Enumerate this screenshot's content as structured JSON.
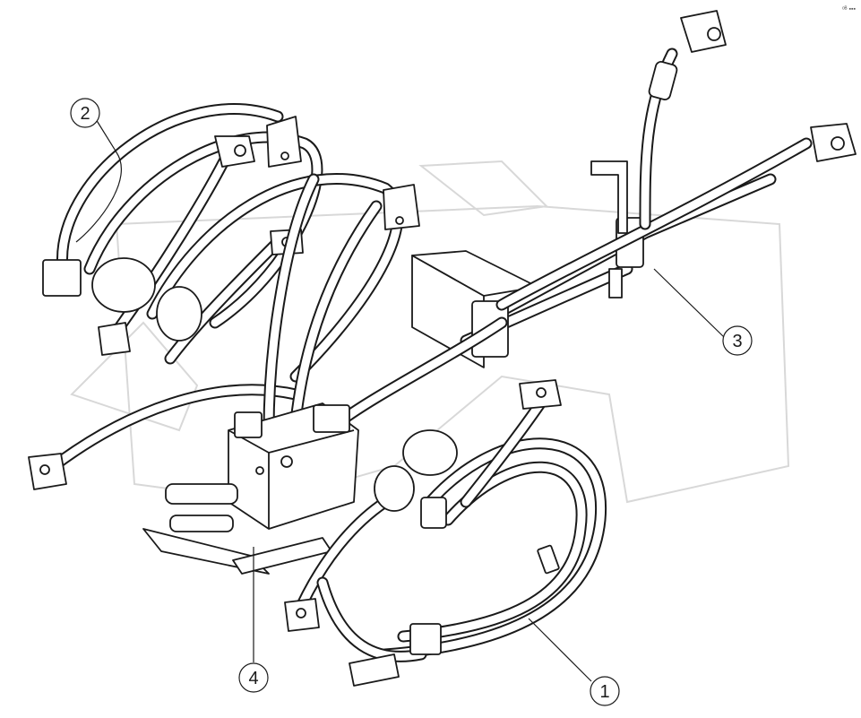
{
  "callouts": [
    {
      "label": "1"
    },
    {
      "label": "2"
    },
    {
      "label": "3"
    },
    {
      "label": "4"
    }
  ],
  "corner_mark": "ᵒᴮ ▪▪▪",
  "colors": {
    "ink": "#1a1a1a",
    "watermark": "#d8d8d8"
  }
}
